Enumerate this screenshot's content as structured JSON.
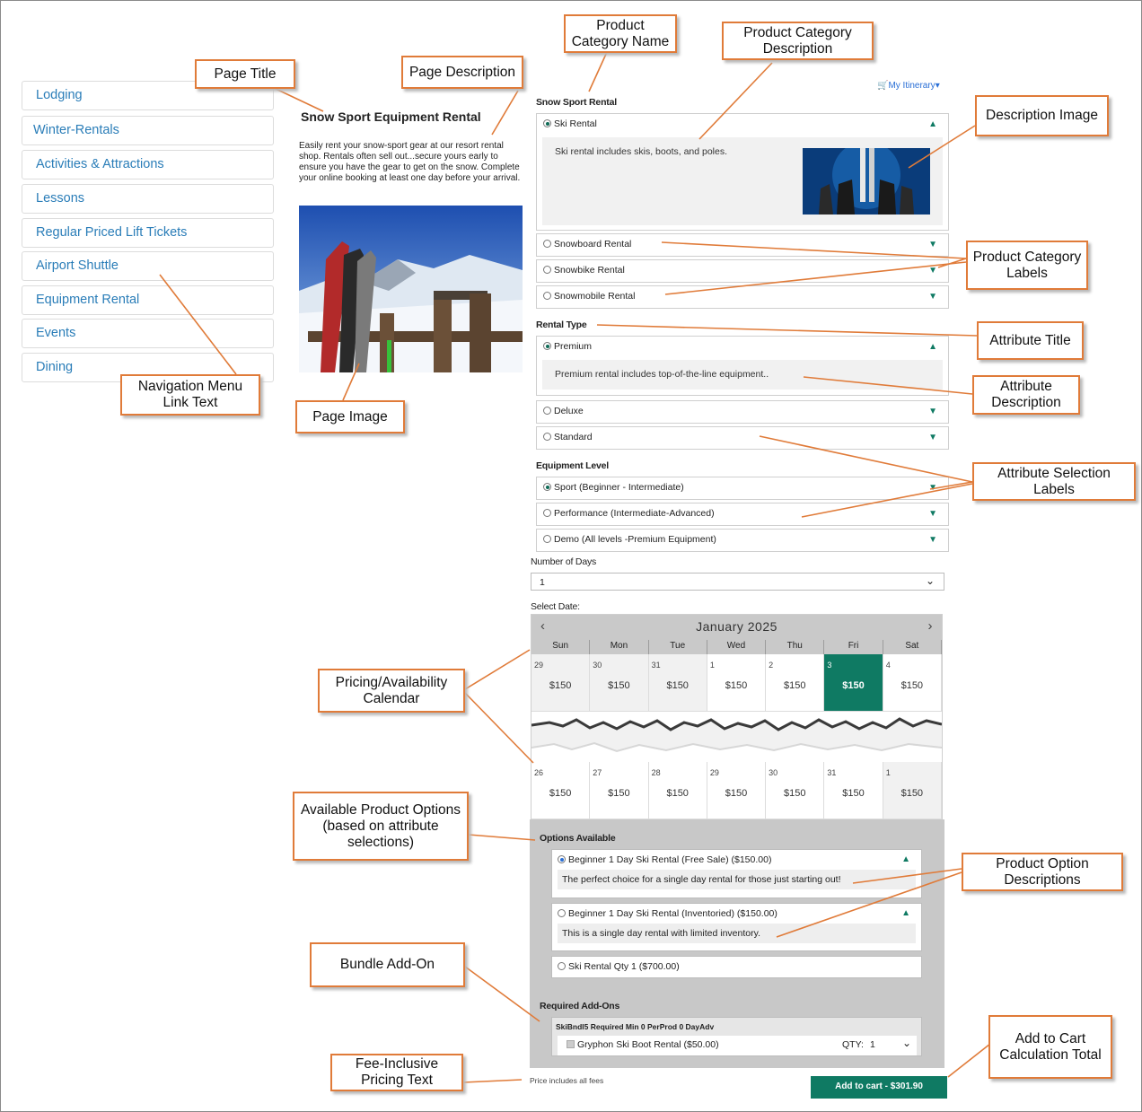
{
  "nav": {
    "items": [
      "Lodging",
      "Winter-Rentals",
      "Activities & Attractions",
      "Lessons",
      "Regular Priced Lift Tickets",
      "Airport Shuttle",
      "Equipment Rental",
      "Events",
      "Dining"
    ]
  },
  "page": {
    "title": "Snow Sport Equipment Rental",
    "description": "Easily rent your snow-sport gear at our resort rental shop. Rentals often sell out...secure yours early to ensure you have the gear to get on the snow. Complete your online booking at least one day before your arrival.",
    "itinerary": "My Itinerary"
  },
  "category": {
    "name": "Snow Sport Rental",
    "selected": "Ski Rental",
    "selected_description": "Ski rental includes skis, boots, and poles.",
    "others": [
      "Snowboard Rental",
      "Snowbike Rental",
      "Snowmobile Rental"
    ]
  },
  "rental_type": {
    "title": "Rental Type",
    "selected": "Premium",
    "selected_description": "Premium rental includes top-of-the-line equipment..",
    "others": [
      "Deluxe",
      "Standard"
    ]
  },
  "equipment_level": {
    "title": "Equipment Level",
    "options": [
      "Sport (Beginner - Intermediate)",
      "Performance (Intermediate-Advanced)",
      "Demo (All levels -Premium Equipment)"
    ]
  },
  "days": {
    "label": "Number of Days",
    "value": "1"
  },
  "calendar": {
    "label": "Select Date:",
    "month": "January 2025",
    "weekdays": [
      "Sun",
      "Mon",
      "Tue",
      "Wed",
      "Thu",
      "Fri",
      "Sat"
    ],
    "week1": [
      {
        "d": "29",
        "p": "$150"
      },
      {
        "d": "30",
        "p": "$150"
      },
      {
        "d": "31",
        "p": "$150"
      },
      {
        "d": "1",
        "p": "$150"
      },
      {
        "d": "2",
        "p": "$150"
      },
      {
        "d": "3",
        "p": "$150"
      },
      {
        "d": "4",
        "p": "$150"
      }
    ],
    "week2": [
      {
        "d": "26",
        "p": "$150"
      },
      {
        "d": "27",
        "p": "$150"
      },
      {
        "d": "28",
        "p": "$150"
      },
      {
        "d": "29",
        "p": "$150"
      },
      {
        "d": "30",
        "p": "$150"
      },
      {
        "d": "31",
        "p": "$150"
      },
      {
        "d": "1",
        "p": "$150"
      }
    ]
  },
  "options_available": {
    "title": "Options Available",
    "items": [
      {
        "label": "Beginner 1 Day Ski Rental (Free Sale) ($150.00)",
        "desc": "The perfect choice for a single day rental for those just starting out!"
      },
      {
        "label": "Beginner 1 Day Ski Rental (Inventoried) ($150.00)",
        "desc": "This is a single day rental with limited inventory."
      },
      {
        "label": "Ski Rental Qty 1 ($700.00)",
        "desc": ""
      }
    ]
  },
  "addons": {
    "title": "Required Add-Ons",
    "bundle": "SkiBndl5 Required Min 0 PerProd 0 DayAdv",
    "item": "Gryphon Ski Boot Rental ($50.00)",
    "qty_label": "QTY:",
    "qty": "1"
  },
  "fee_text": "Price includes all fees",
  "cart_button": "Add to cart - $301.90",
  "callouts": {
    "page_title": "Page Title",
    "page_description": "Page Description",
    "product_category_name": "Product Category Name",
    "product_category_description": "Product Category Description",
    "description_image": "Description Image",
    "product_category_labels": "Product Category Labels",
    "attribute_title": "Attribute Title",
    "attribute_description": "Attribute Description",
    "attribute_selection_labels": "Attribute Selection Labels",
    "navigation_menu_link_text": "Navigation Menu Link Text",
    "page_image": "Page Image",
    "pricing_availability_calendar": "Pricing/Availability Calendar",
    "available_product_options": "Available Product Options (based on attribute selections)",
    "product_option_descriptions": "Product Option Descriptions",
    "bundle_add_on": "Bundle Add-On",
    "fee_inclusive_pricing_text": "Fee-Inclusive Pricing Text",
    "add_to_cart_calculation_total": "Add to Cart Calculation Total"
  },
  "colors": {
    "accent": "#0f7a63",
    "link": "#2a7db8",
    "callout_border": "#e07b39"
  }
}
